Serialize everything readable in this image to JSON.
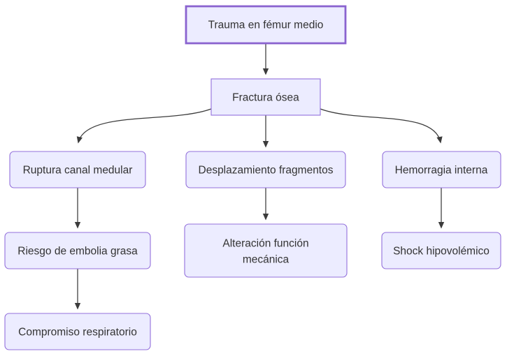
{
  "diagram": {
    "type": "flowchart-top-down",
    "colors": {
      "background": "#ffffff",
      "node_fill": "#ECECFF",
      "node_border": "#9370DB",
      "node_border_emphasis": "#8a63cf",
      "edge_color": "#3b3b3b",
      "text_color": "#333333"
    },
    "nodes": {
      "trauma": {
        "label": "Trauma en fémur medio",
        "shape": "rect",
        "emphasized": true
      },
      "fractura": {
        "label": "Fractura ósea",
        "shape": "rect",
        "emphasized": false
      },
      "ruptura": {
        "label": "Ruptura canal medular",
        "shape": "rounded",
        "emphasized": false
      },
      "desplazamiento": {
        "label": "Desplazamiento fragmentos",
        "shape": "rounded",
        "emphasized": false
      },
      "hemorragia": {
        "label": "Hemorragia interna",
        "shape": "rounded",
        "emphasized": false
      },
      "riesgo": {
        "label": "Riesgo de embolia grasa",
        "shape": "rounded",
        "emphasized": false
      },
      "alteracion": {
        "label_line1": "Alteración función",
        "label_line2": "mecánica",
        "shape": "rounded",
        "emphasized": false
      },
      "shock": {
        "label": "Shock hipovolémico",
        "shape": "rounded",
        "emphasized": false
      },
      "compromiso": {
        "label": "Compromiso respiratorio",
        "shape": "rounded",
        "emphasized": false
      }
    },
    "edges": [
      {
        "from": "trauma",
        "to": "fractura"
      },
      {
        "from": "fractura",
        "to": "ruptura"
      },
      {
        "from": "fractura",
        "to": "desplazamiento"
      },
      {
        "from": "fractura",
        "to": "hemorragia"
      },
      {
        "from": "ruptura",
        "to": "riesgo"
      },
      {
        "from": "desplazamiento",
        "to": "alteracion"
      },
      {
        "from": "hemorragia",
        "to": "shock"
      },
      {
        "from": "riesgo",
        "to": "compromiso"
      }
    ]
  }
}
